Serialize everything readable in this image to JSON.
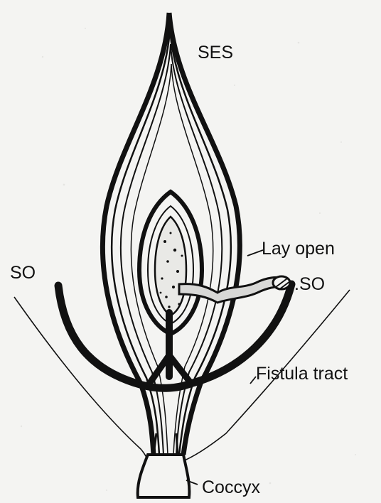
{
  "labels": {
    "ses": "SES",
    "lay_open": "Lay open",
    "so_left": "SO",
    "so_right": ".SO",
    "fistula_tract": "Fistula tract",
    "coccyx": "Coccyx"
  },
  "colors": {
    "ink": "#111111",
    "paper": "#f4f4f2",
    "tube": "#d8d8d6"
  }
}
